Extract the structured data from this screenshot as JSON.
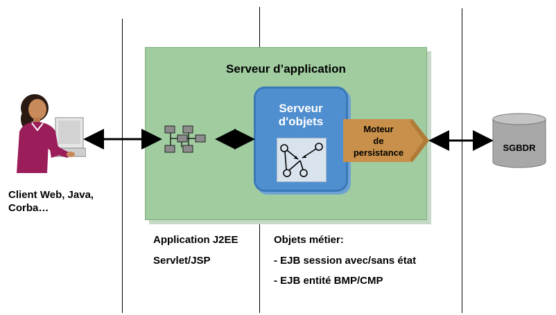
{
  "server_app": {
    "title": "Serveur d’application"
  },
  "object_server": {
    "title_line1": "Serveur",
    "title_line2": "d'objets"
  },
  "persistence": {
    "line1": "Moteur",
    "line2": "de",
    "line3": "persistance"
  },
  "database": {
    "label": "SGBDR"
  },
  "client": {
    "line1": "Client Web, Java,",
    "line2": "Corba…"
  },
  "app_j2ee": {
    "line1": "Application J2EE",
    "line2": "Servlet/JSP"
  },
  "business": {
    "heading": "Objets métier:",
    "item1": "- EJB session avec/sans état",
    "item2": "- EJB entité BMP/CMP"
  },
  "colors": {
    "app_server_bg": "#a0cca0",
    "object_server_bg": "#4f8fd0",
    "persistence_bg": "#c8904a",
    "db_bg": "#a8a8a8",
    "person_shirt": "#9b1e5a"
  },
  "icons": [
    "person-at-computer-icon",
    "component-network-icon",
    "object-graph-icon",
    "database-icon"
  ]
}
